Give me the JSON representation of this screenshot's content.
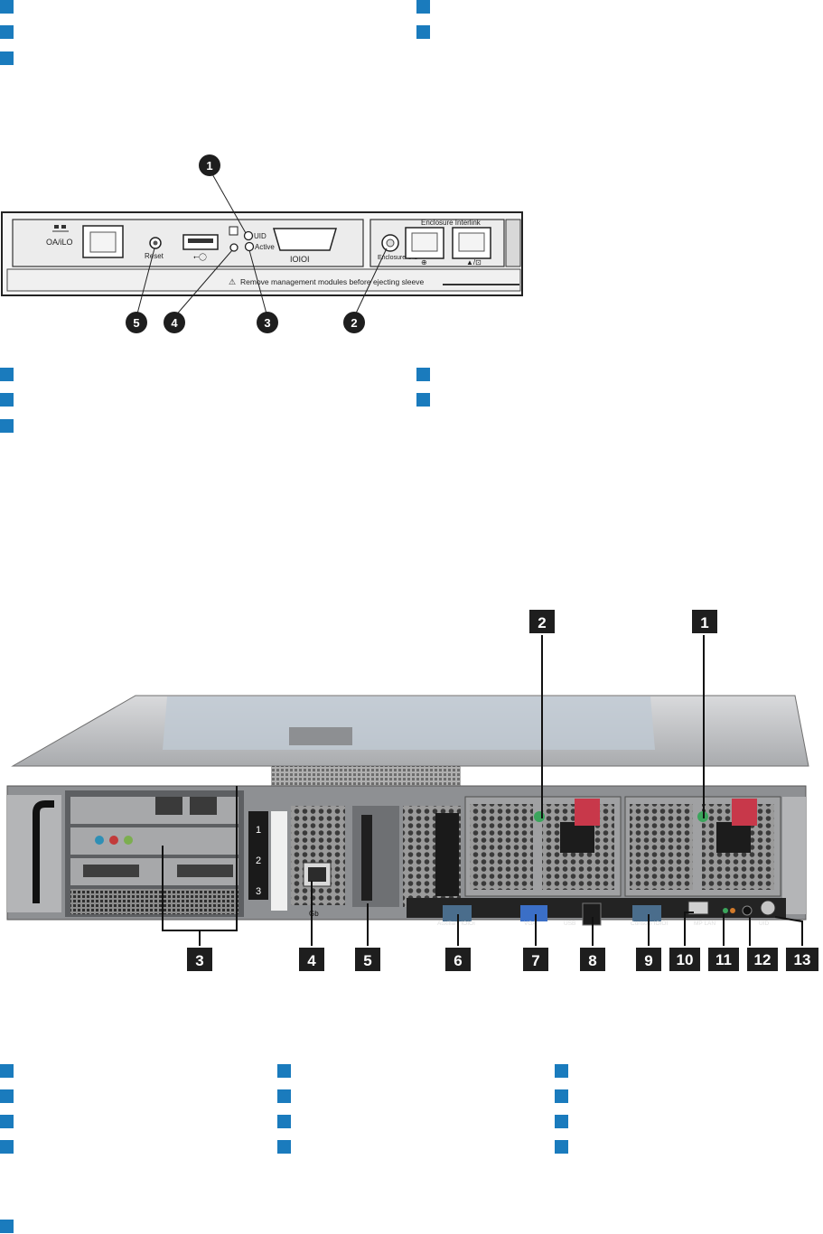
{
  "management_module": {
    "port_labels": {
      "oa_ilo": "OA/iLO",
      "reset": "Reset",
      "uid": "UID",
      "active": "Active",
      "serial": "IOIOI",
      "enclosure_uid": "Enclosure UID",
      "enclosure_interlink": "Enclosure Interlink",
      "warning": "Remove management modules before ejecting sleeve"
    },
    "callouts": [
      "1",
      "2",
      "3",
      "4",
      "5"
    ]
  },
  "rear_server": {
    "slot_numbers": [
      "1",
      "2",
      "3"
    ],
    "port_labels": {
      "gb": "Gb",
      "auxiliary": "Auxiliary IOIOI",
      "vga": "VGA",
      "usb": "USB",
      "console": "Console IOIOI",
      "mp_lan": "MP LAN",
      "uid": "UID"
    },
    "callouts": [
      "1",
      "2",
      "3",
      "4",
      "5",
      "6",
      "7",
      "8",
      "9",
      "10",
      "11",
      "12",
      "13"
    ]
  },
  "colors": {
    "legend_square": "#1a7bbd",
    "callout_fill": "#1e1e1e",
    "handle_red": "#c8384a"
  }
}
